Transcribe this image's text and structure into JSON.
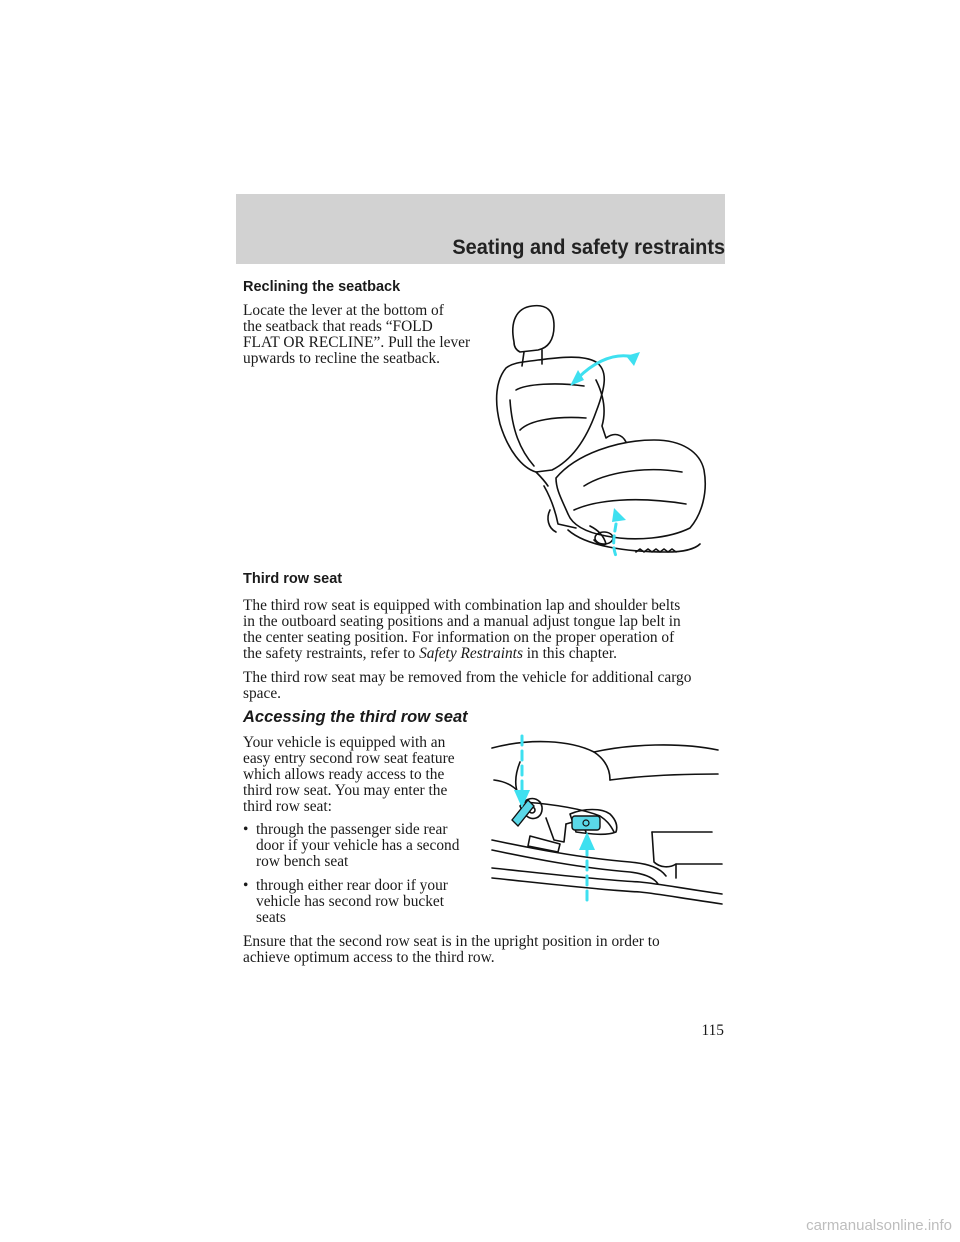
{
  "header": {
    "chapter_title": "Seating and safety restraints"
  },
  "reclining": {
    "heading": "Reclining the seatback",
    "lines": [
      "Locate the lever at the bottom of",
      "the seatback that reads “FOLD",
      "FLAT OR RECLINE”. Pull the lever",
      "upwards to recline the seatback."
    ]
  },
  "third_row": {
    "heading": "Third row seat",
    "para1_lines": [
      "The third row seat is equipped with combination lap and shoulder belts",
      "in the outboard seating positions and a manual adjust tongue lap belt in",
      "the center seating position. For information on the proper operation of"
    ],
    "para1_last_prefix": "the safety restraints, refer to ",
    "para1_link": "Safety Restraints",
    "para1_last_suffix": " in this chapter.",
    "para2_lines": [
      "The third row seat may be removed from the vehicle for additional cargo",
      "space."
    ]
  },
  "accessing": {
    "heading": "Accessing the third row seat",
    "intro_lines": [
      "Your vehicle is equipped with an",
      "easy entry second row seat feature",
      "which allows ready access to the",
      "third row seat. You may enter the",
      "third row seat:"
    ],
    "bullet_symbol": "•",
    "bullets": [
      {
        "lines": [
          "through the passenger side rear",
          "door if your vehicle has a second",
          "row bench seat"
        ]
      },
      {
        "lines": [
          "through either rear door if your",
          "vehicle has second row bucket",
          "seats"
        ]
      }
    ],
    "closing_lines": [
      "Ensure that the second row seat is in the upright position in order to",
      "achieve optimum access to the third row."
    ]
  },
  "figures": {
    "seat_recline": {
      "icon": "seat-recline-illustration",
      "arrow_color": "#3ee0f0"
    },
    "seat_lever": {
      "icon": "seat-lever-illustration",
      "arrow_color": "#3ee0f0",
      "lever_color": "#5ad8e8"
    }
  },
  "footer": {
    "page_number": "115",
    "watermark": "carmanualsonline.info"
  }
}
